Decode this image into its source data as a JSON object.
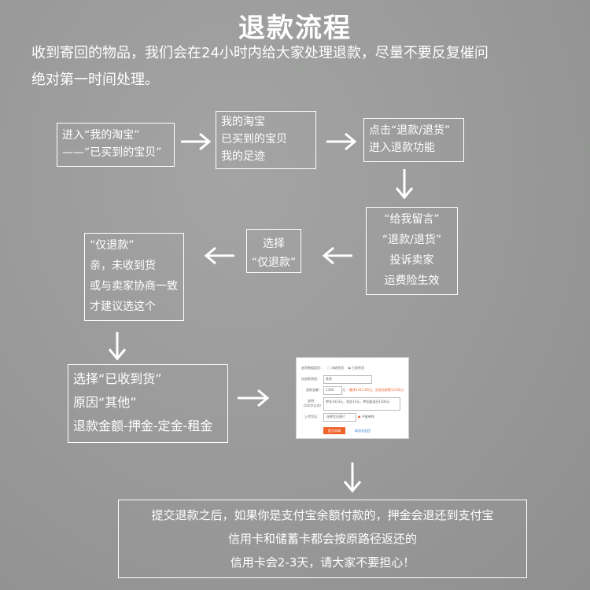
{
  "title": "退款流程",
  "intro": [
    "收到寄回的物品，我们会在24小时内给大家处理退款，尽量不要反复催问",
    "绝对第一时间处理。"
  ],
  "boxes": {
    "b1": [
      "进入“我的淘宝”",
      "——“已买到的宝贝”"
    ],
    "b2": [
      "我的淘宝",
      "已买到的宝贝",
      "我的足迹"
    ],
    "b3": [
      "点击“退款/退货”",
      "进入退款功能"
    ],
    "b4": [
      "“给我留言”",
      "“退款/退货”",
      "投诉卖家",
      "运费险生效"
    ],
    "b5": [
      "选择",
      "“仅退款”"
    ],
    "b6": [
      "“仅退款”",
      "亲，未收到货",
      "或与卖家协商一致",
      "才建议选这个"
    ],
    "b7": [
      "选择“已收到货”",
      "原因“其他”",
      "退款金额-押金-定金-租金"
    ],
    "b8": [
      "提交退款之后，如果你是支付宝余额付款的，押金会退还到支付宝",
      "信用卡和储蓄卡都会按原路径返还的",
      "信用卡会2-3天，请大家不要担心！"
    ]
  },
  "screenshot": {
    "r1_label": "退货数据类型：",
    "r1_opt1": "未收到货",
    "r1_opt2": "已收到货",
    "r2_label": "仅退款原因：",
    "r2_value": "其他",
    "r3_label": "退款金额：",
    "r3_value": "1300",
    "r3_unit": "元",
    "r3_note": "（最多1413.00元，含发货邮费13.00元）",
    "r4_label": "说明：",
    "r4_sub": "（200字以内）",
    "r4_value": "押金1413元，租金13元，押金要退还1300元",
    "r5_label": "上传凭证：",
    "r5_btn": "选择凭证图片",
    "r5_note": "不能单独",
    "submit": "提交申请",
    "cancel": "取消并返回"
  },
  "colors": {
    "background": "#9a9b9a",
    "text": "#ffffff",
    "accent": "#f0632a"
  }
}
